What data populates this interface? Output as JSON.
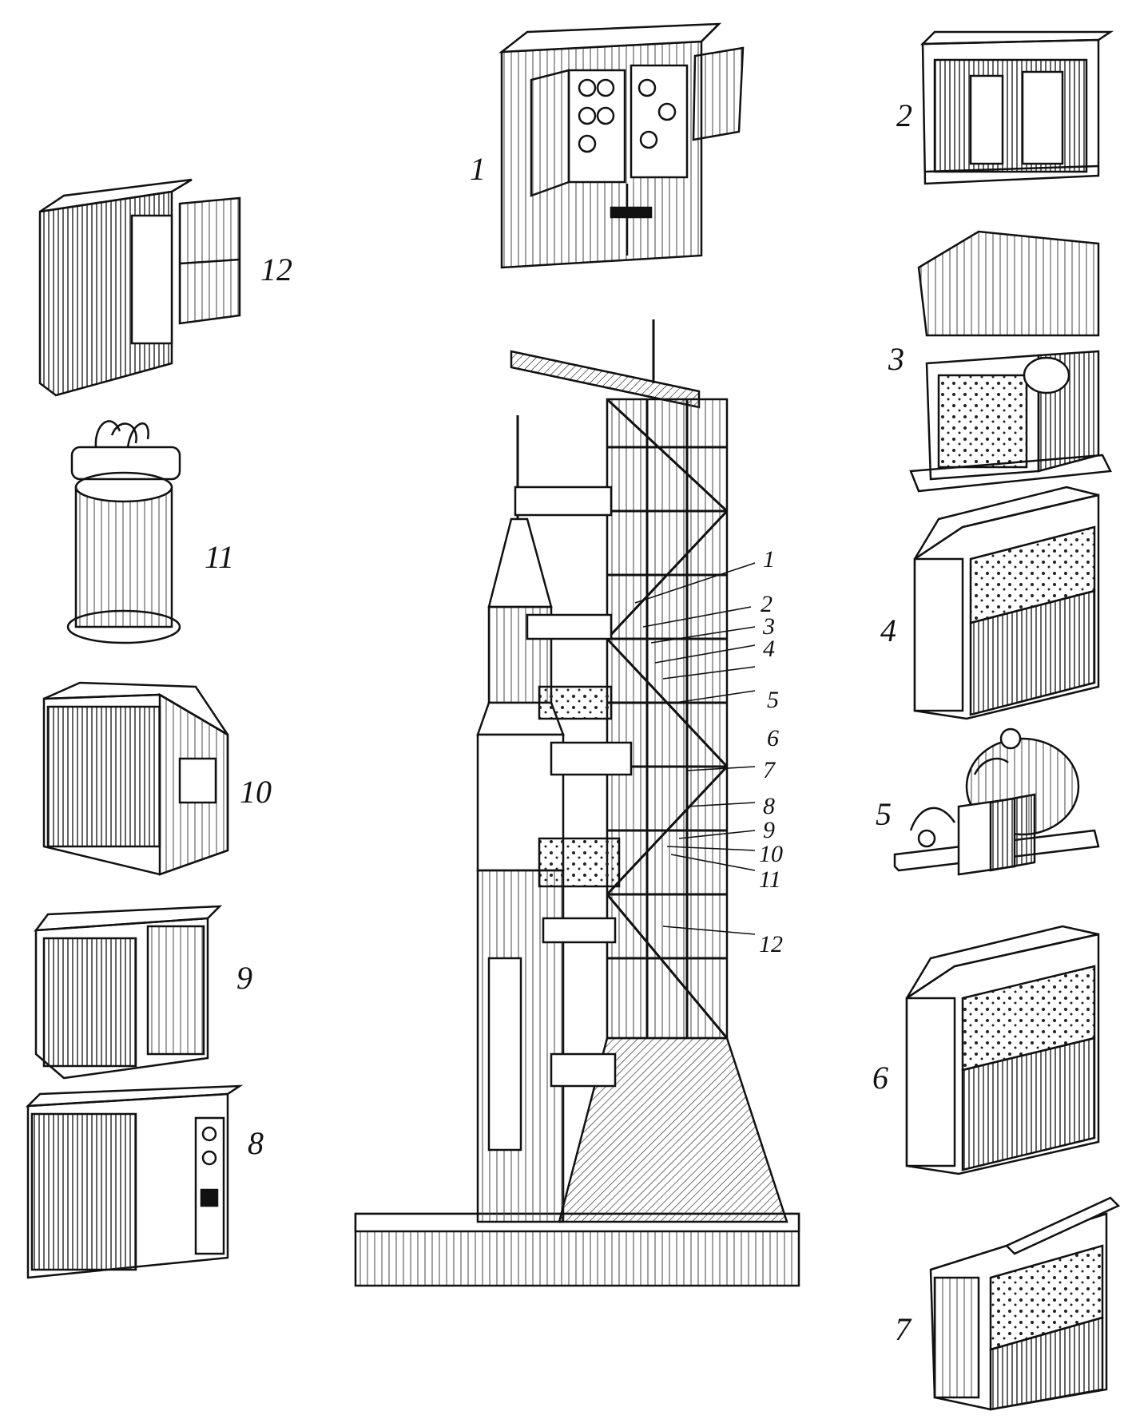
{
  "figure": {
    "equipment_labels": [
      "1",
      "2",
      "3",
      "4",
      "5",
      "6",
      "7",
      "8",
      "9",
      "10",
      "11",
      "12"
    ],
    "tower_callouts": [
      "1",
      "2",
      "3",
      "4",
      "5",
      "6",
      "7",
      "8",
      "9",
      "10",
      "11",
      "12"
    ]
  }
}
